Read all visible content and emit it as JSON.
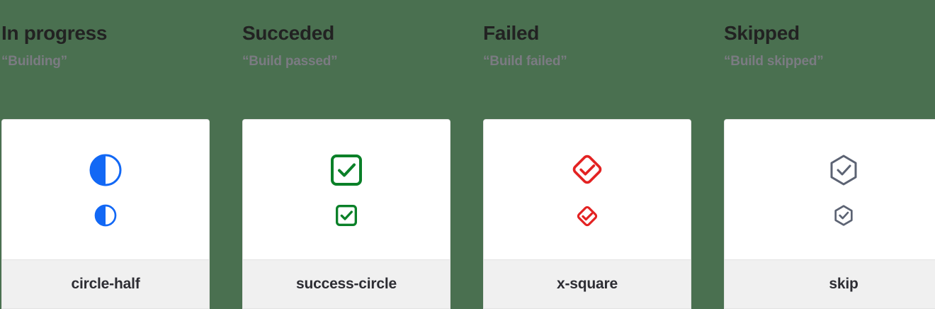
{
  "page": {
    "background_color": "#4a7050",
    "card_background": "#ffffff",
    "card_footer_background": "#f0f0f0",
    "card_border_color": "#e3e3e3"
  },
  "columns": [
    {
      "title": "In progress",
      "subtitle": "“Building”",
      "icon_name": "circle-half",
      "icon_color": "#1268f5",
      "icon_semantic": "circle-half-icon"
    },
    {
      "title": "Succeded",
      "subtitle": "“Build passed”",
      "icon_name": "success-circle",
      "icon_color": "#0a8028",
      "icon_semantic": "success-circle-icon"
    },
    {
      "title": "Failed",
      "subtitle": "“Build failed”",
      "icon_name": "x-square",
      "icon_color": "#e32222",
      "icon_semantic": "x-square-icon"
    },
    {
      "title": "Skipped",
      "subtitle": "“Build skipped”",
      "icon_name": "skip",
      "icon_color": "#5c6373",
      "icon_semantic": "skip-icon"
    }
  ]
}
